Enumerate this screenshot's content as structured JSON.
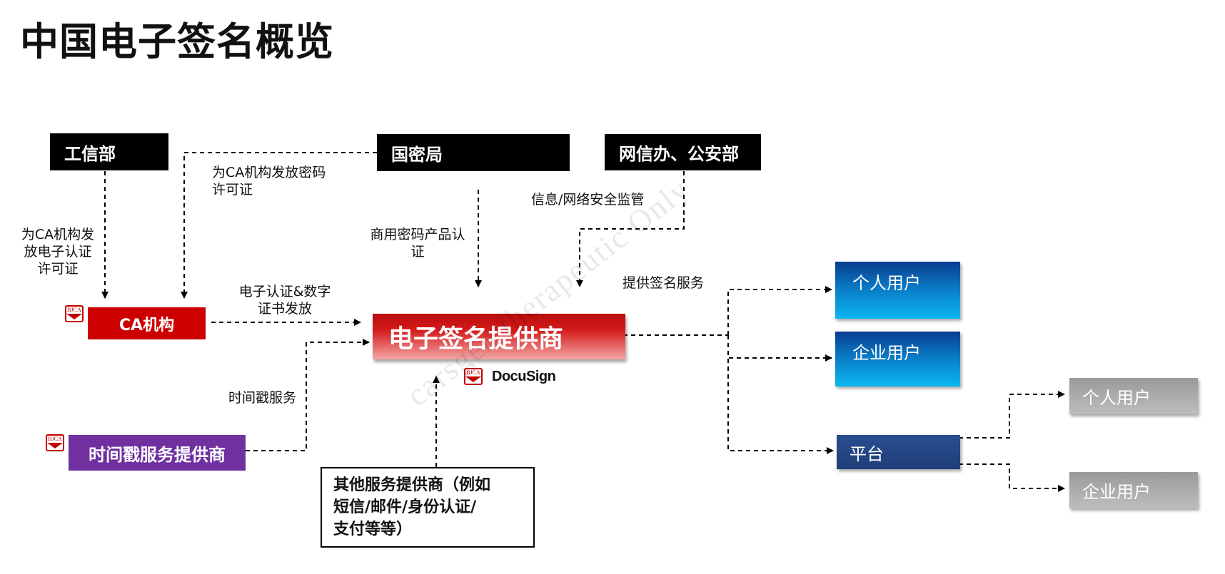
{
  "title": "中国电子签名概览",
  "authorities": {
    "miit": "工信部",
    "scra": "国密局",
    "cac_mps": "网信办、公安部"
  },
  "edge_labels": {
    "miit_to_ca": [
      "为CA机构发",
      "放电子认证",
      "许可证"
    ],
    "scra_to_ca": [
      "为CA机构发放密码",
      "许可证"
    ],
    "scra_to_provider": [
      "商用密码产品认",
      "证"
    ],
    "cac_to_provider": "信息/网络安全监管",
    "ca_to_provider": [
      "电子认证&数字",
      "证书发放"
    ],
    "timestamp_to_provider": "时间戳服务",
    "provider_to_users": "提供签名服务"
  },
  "ca_label": "CA机构",
  "timestamp_label": "时间戳服务提供商",
  "provider_label": "电子签名提供商",
  "brand": {
    "bjca": "BJCA",
    "docusign": "DocuSign"
  },
  "other_services": [
    "其他服务提供商（例如",
    "短信/邮件/身份认证/",
    "支付等等）"
  ],
  "users": {
    "individual": "个人用户",
    "enterprise": "企业用户",
    "platform": "平台",
    "platform_individual": "个人用户",
    "platform_enterprise": "企业用户"
  },
  "watermark": "carsgen therapeutic Only",
  "colors": {
    "ca_red": "#cc0000",
    "timestamp_purple": "#7030a0",
    "user_blue": "#0a79c4",
    "platform_navy": "#1f3f7a",
    "grey": "#a6a6a6"
  }
}
